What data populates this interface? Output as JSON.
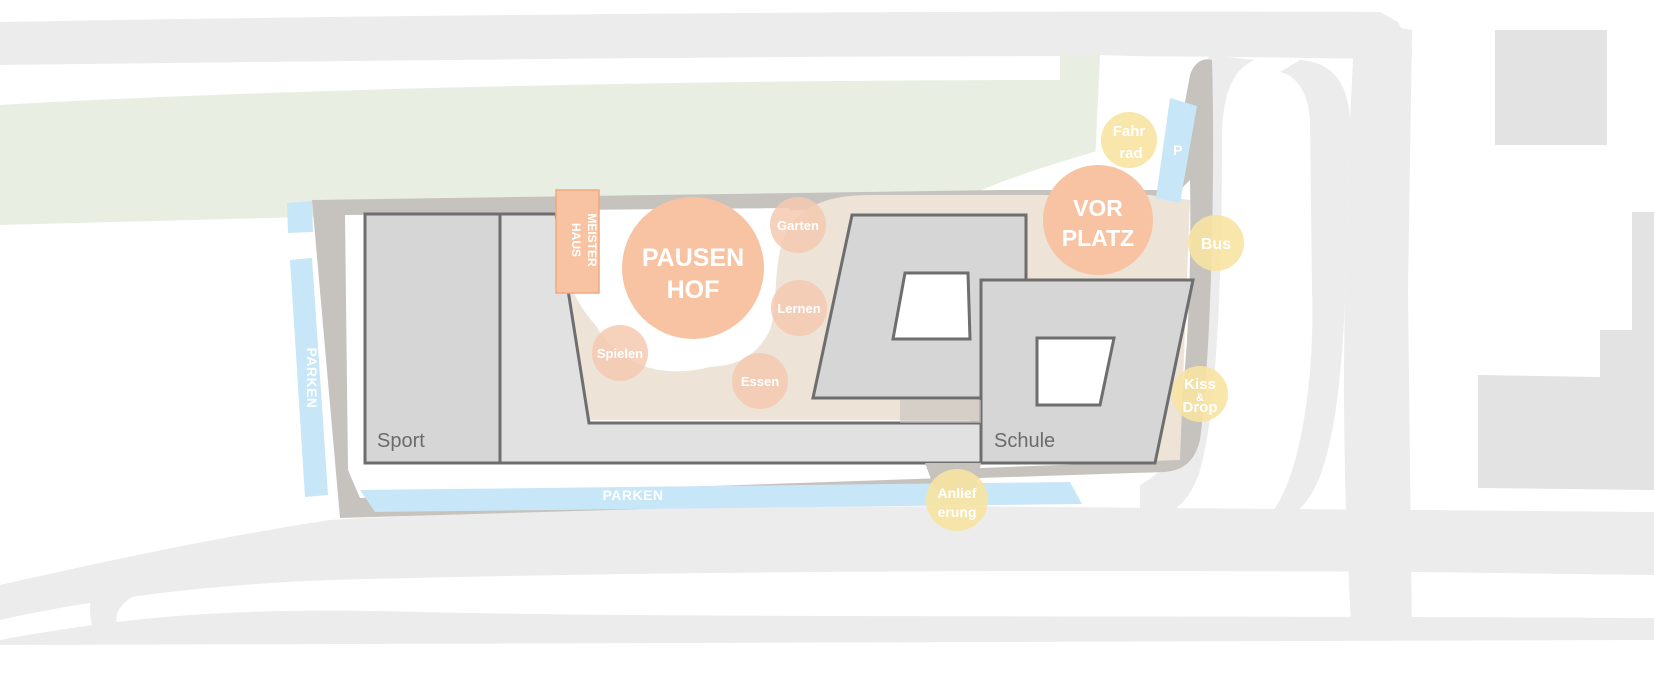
{
  "colors": {
    "road": "#ececec",
    "green_strip": "#e9eee3",
    "site_border": "#c6c2bd",
    "courtyard": "#ede3d6",
    "building": "#d6d6d6",
    "building_light": "#e1e1e1",
    "building_stroke": "#6e6e6e",
    "parking": "#c7e6f8",
    "orange_big": "#f8c3a2",
    "orange_small": "#f4c9b0",
    "yellow": "#f7e3a1",
    "label_grey": "#6b6b6b"
  },
  "buildings": {
    "sport": "Sport",
    "school": "Schule"
  },
  "zones": {
    "hausmeister_line1": "HAUS",
    "hausmeister_line2": "MEISTER",
    "pausenhof_line1": "PAUSEN",
    "pausenhof_line2": "HOF",
    "vorplatz_line1": "VOR",
    "vorplatz_line2": "PLATZ"
  },
  "activities": {
    "garten": "Garten",
    "lernen": "Lernen",
    "spielen": "Spielen",
    "essen": "Essen"
  },
  "access": {
    "fahrrad_line1": "Fahr",
    "fahrrad_line2": "rad",
    "bus": "Bus",
    "kiss_line1": "Kiss",
    "kiss_line2": "&",
    "kiss_line3": "Drop",
    "anlieferung_line1": "Anlief",
    "anlieferung_line2": "erung"
  },
  "parking": {
    "bottom": "PARKEN",
    "left": "PARKEN",
    "right": "P"
  }
}
